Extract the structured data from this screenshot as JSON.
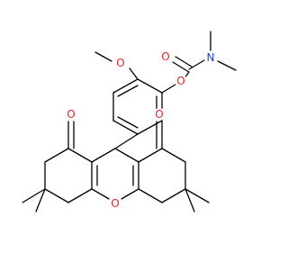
{
  "molecule": {
    "atom_labels": [
      {
        "element": "O",
        "text": "O",
        "color": "#e3242b"
      },
      {
        "element": "O",
        "text": "O",
        "color": "#e3242b"
      },
      {
        "element": "O",
        "text": "O",
        "color": "#e3242b"
      },
      {
        "element": "N",
        "text": "N",
        "color": "#1f3fd6"
      },
      {
        "element": "O",
        "text": "O",
        "color": "#e3242b"
      },
      {
        "element": "O",
        "text": "O",
        "color": "#e3242b"
      },
      {
        "element": "O",
        "text": "O",
        "color": "#e3242b"
      }
    ],
    "colors": {
      "bond": "#000000",
      "oxygen": "#e3242b",
      "nitrogen": "#1f3fd6",
      "background": "#ffffff"
    }
  }
}
